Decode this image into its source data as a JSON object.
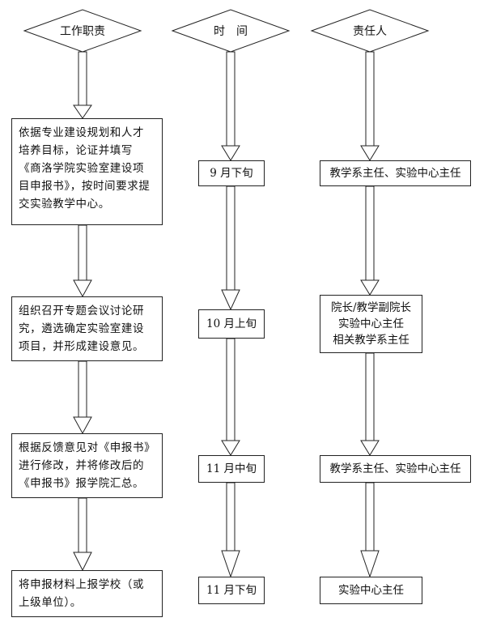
{
  "headers": {
    "duty": "工作职责",
    "time": "时　间",
    "person": "责任人"
  },
  "steps": [
    {
      "duty": "依据专业建设规划和人才培养目标，论证并填写《商洛学院实验室建设项目申报书》，按时间要求提交实验教学中心。",
      "time": "9 月下旬",
      "person": "教学系主任、实验中心主任"
    },
    {
      "duty": "组织召开专题会议讨论研究，遴选确定实验室建设项目，并形成建设意见。",
      "time": "10 月上旬",
      "person": "院长/教学副院长\n实验中心主任\n相关教学系主任"
    },
    {
      "duty": "根据反馈意见对《申报书》进行修改，并将修改后的《申报书》报学院汇总。",
      "time": "11 月中旬",
      "person": "教学系主任、实验中心主任"
    },
    {
      "duty": "将申报材料上报学校（或上级单位）。",
      "time": "11 月下旬",
      "person": "实验中心主任"
    }
  ]
}
